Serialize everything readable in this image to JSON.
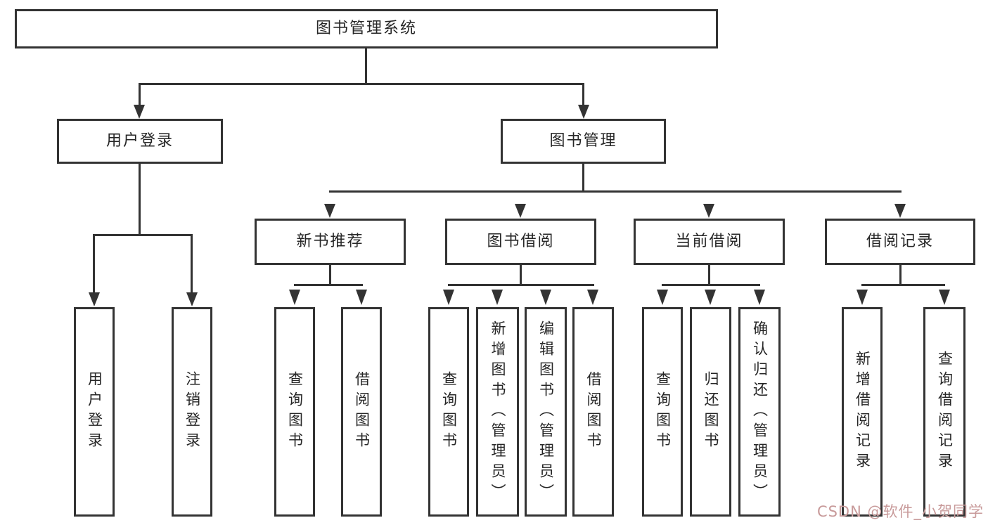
{
  "diagram": {
    "title": "图书管理系统",
    "branches": [
      {
        "label": "用户登录",
        "leaves": [
          "用户登录",
          "注销登录"
        ]
      },
      {
        "label": "图书管理",
        "groups": [
          {
            "label": "新书推荐",
            "leaves": [
              "查询图书",
              "借阅图书"
            ]
          },
          {
            "label": "图书借阅",
            "leaves": [
              "查询图书",
              "新增图书（管理员）",
              "编辑图书（管理员）",
              "借阅图书"
            ]
          },
          {
            "label": "当前借阅",
            "leaves": [
              "查询图书",
              "归还图书",
              "确认归还（管理员）"
            ]
          },
          {
            "label": "借阅记录",
            "leaves": [
              "新增借阅记录",
              "查询借阅记录"
            ]
          }
        ]
      }
    ]
  },
  "watermark": {
    "text": "CSDN @软件_小贺同学"
  },
  "colors": {
    "line": "#333333",
    "text": "#262626",
    "background": "#ffffff",
    "watermark": "#c89a9a"
  }
}
